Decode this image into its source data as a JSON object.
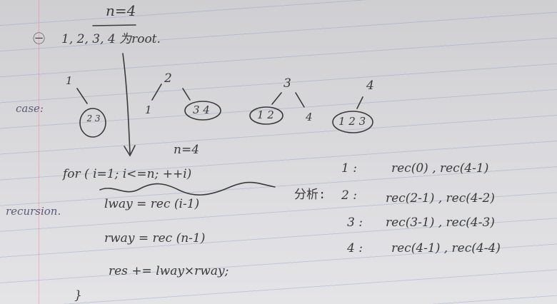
{
  "header": {
    "n_label": "n=4"
  },
  "example_line": {
    "marker": "㊀",
    "text": "1, 2, 3, 4 为root."
  },
  "case_label": "case:",
  "trees": [
    {
      "root": "1",
      "right": "2 3"
    },
    {
      "root": "2",
      "left": "1",
      "right": "3 4"
    },
    {
      "root": "3",
      "left": "1 2",
      "right": "4"
    },
    {
      "root": "4",
      "left": "1 2 3"
    }
  ],
  "code": {
    "n_label": "n=4",
    "lines": [
      "for ( i=1; i<=n; ++i)",
      "lway = rec (i-1)",
      "rway = rec (n-1)",
      "res += lway×rway;",
      "}"
    ],
    "side_label": "recursion."
  },
  "analysis": {
    "label": "分析:",
    "rows": [
      {
        "i": "1 :",
        "expr": "rec(0) , rec(4-1)"
      },
      {
        "i": "2 :",
        "expr": "rec(2-1) , rec(4-2)"
      },
      {
        "i": "3 :",
        "expr": "rec(3-1) , rec(4-3)"
      },
      {
        "i": "4 :",
        "expr": "rec(4-1) , rec(4-4)"
      }
    ]
  }
}
